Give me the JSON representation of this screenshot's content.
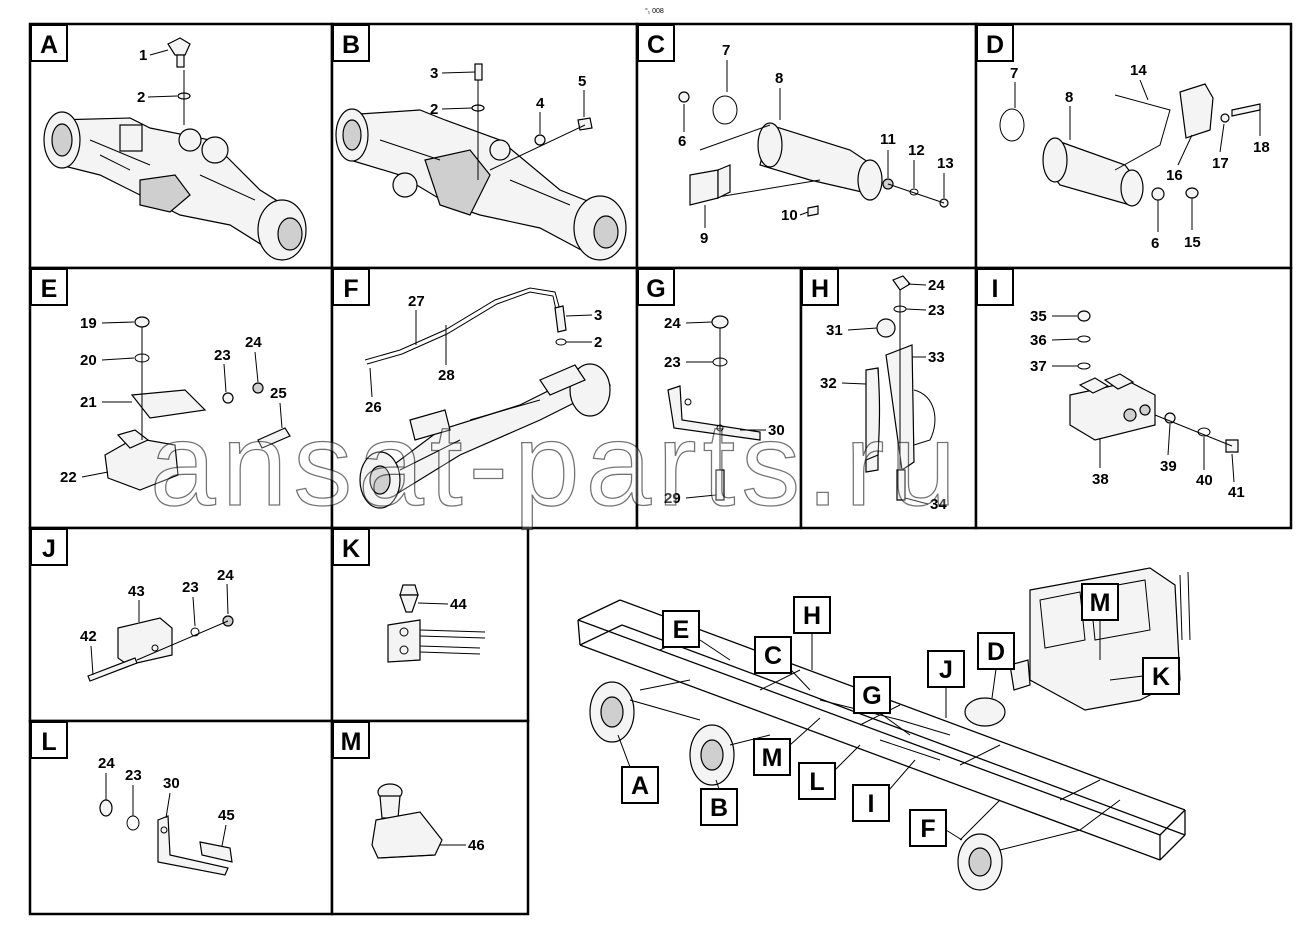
{
  "header_code": "°₁ 008",
  "watermark": "ansat-parts.ru",
  "panels": [
    {
      "id": "A",
      "callouts": [
        "1",
        "2"
      ]
    },
    {
      "id": "B",
      "callouts": [
        "3",
        "2",
        "4",
        "5"
      ]
    },
    {
      "id": "C",
      "callouts": [
        "7",
        "8",
        "6",
        "9",
        "10",
        "11",
        "12",
        "13"
      ]
    },
    {
      "id": "D",
      "callouts": [
        "7",
        "14",
        "8",
        "16",
        "17",
        "18",
        "6",
        "15"
      ]
    },
    {
      "id": "E",
      "callouts": [
        "19",
        "20",
        "21",
        "22",
        "23",
        "24",
        "25"
      ]
    },
    {
      "id": "F",
      "callouts": [
        "27",
        "28",
        "26",
        "3",
        "2"
      ]
    },
    {
      "id": "G",
      "callouts": [
        "24",
        "23",
        "30",
        "29"
      ]
    },
    {
      "id": "H",
      "callouts": [
        "24",
        "23",
        "31",
        "33",
        "32",
        "34"
      ]
    },
    {
      "id": "I",
      "callouts": [
        "35",
        "36",
        "37",
        "38",
        "39",
        "40",
        "41"
      ]
    },
    {
      "id": "J",
      "callouts": [
        "43",
        "23",
        "24",
        "42"
      ]
    },
    {
      "id": "K",
      "callouts": [
        "44"
      ]
    },
    {
      "id": "L",
      "callouts": [
        "24",
        "23",
        "30",
        "45"
      ]
    },
    {
      "id": "M",
      "callouts": [
        "46"
      ]
    }
  ],
  "overview_tags": [
    "E",
    "H",
    "C",
    "M",
    "K",
    "D",
    "J",
    "G",
    "A",
    "B",
    "M",
    "L",
    "I",
    "F"
  ]
}
